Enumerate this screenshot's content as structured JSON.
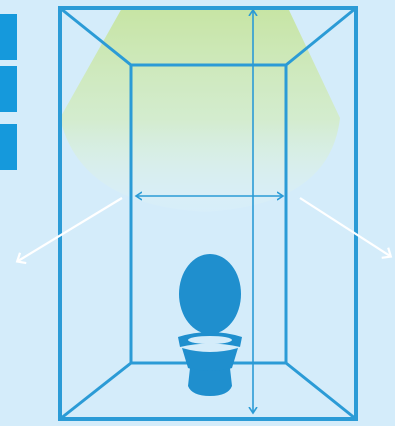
{
  "colors": {
    "background": "#d4ecfa",
    "frame": "#2b9bd6",
    "light_cone": "#c9e6a8",
    "arrow_white": "#ffffff",
    "toilet": "#1f8fce",
    "side_tabs": "#1599dc"
  },
  "icons": {
    "left_tabs": [
      "tab-marker",
      "tab-marker",
      "tab-marker"
    ],
    "fixture": "toilet-icon",
    "light": "ceiling-light-cone",
    "measure_width": "double-arrow-horizontal",
    "measure_height": "double-arrow-vertical",
    "diagonal_arrows": [
      "arrow-down-left",
      "arrow-down-right"
    ]
  }
}
